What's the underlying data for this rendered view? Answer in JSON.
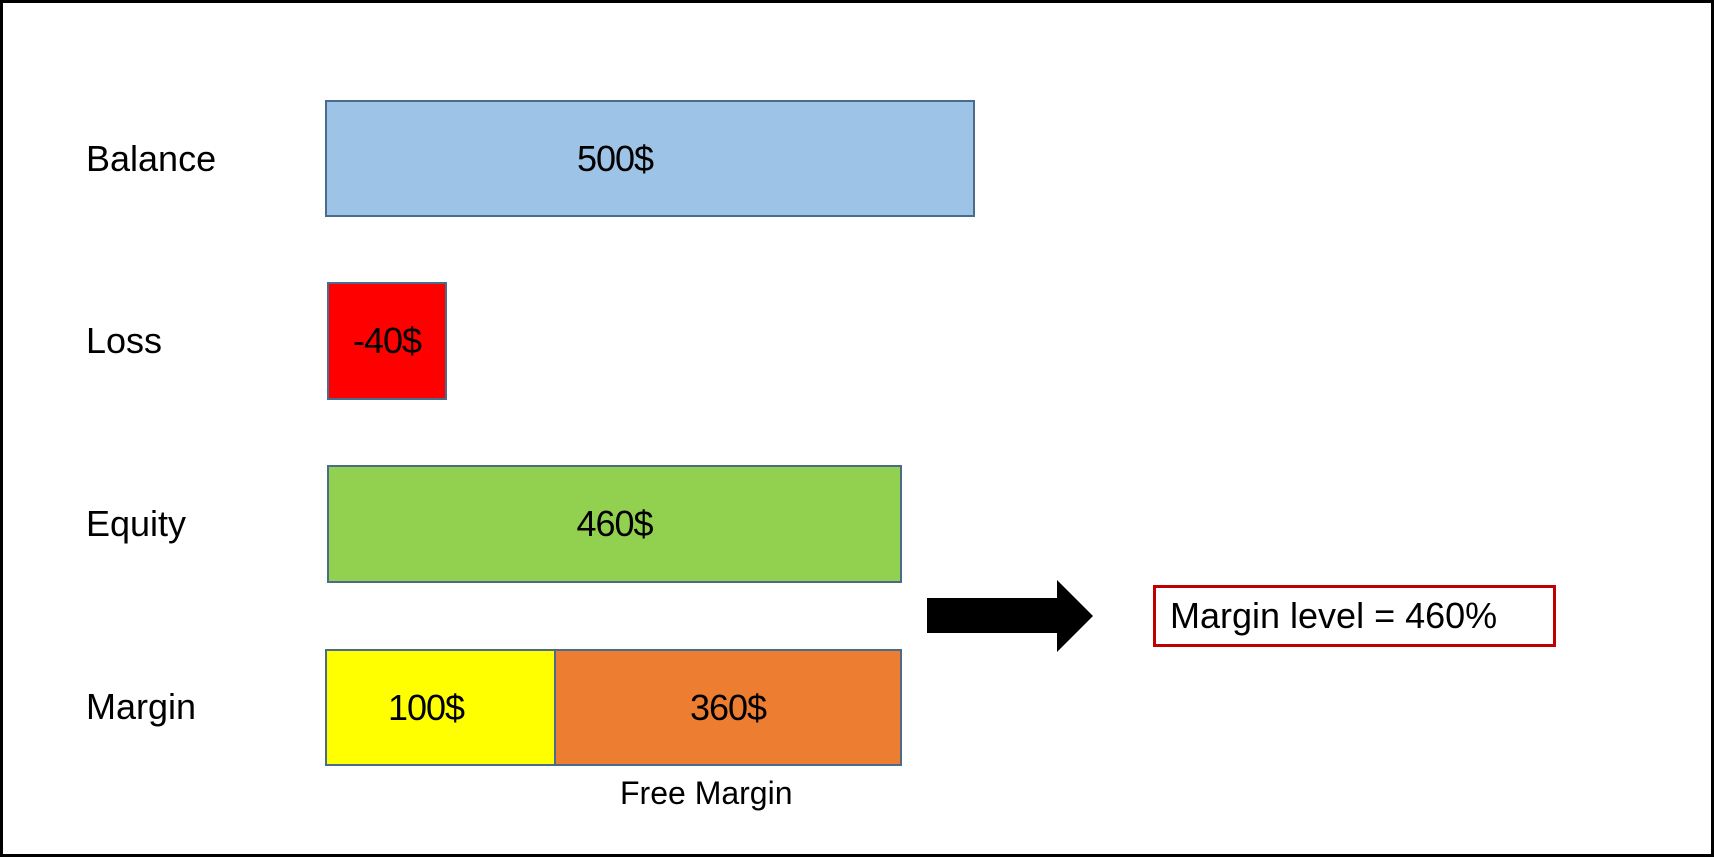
{
  "rows": [
    {
      "label": "Balance",
      "value": "500$",
      "color": "#9dc3e6"
    },
    {
      "label": "Loss",
      "value": "-40$",
      "color": "#ff0000"
    },
    {
      "label": "Equity",
      "value": "460$",
      "color": "#92d050"
    },
    {
      "label": "Margin",
      "segments": [
        {
          "value": "100$",
          "color": "#ffff00"
        },
        {
          "value": "360$",
          "color": "#ed7d31"
        }
      ]
    }
  ],
  "free_margin_caption": "Free Margin",
  "arrow_icon": "right-arrow-icon",
  "result": {
    "text": "Margin level = 460%",
    "border_color": "#c00000"
  },
  "chart_data": {
    "type": "bar",
    "title": "",
    "categories": [
      "Balance",
      "Loss",
      "Equity",
      "Margin",
      "Free Margin"
    ],
    "values": [
      500,
      -40,
      460,
      100,
      360
    ],
    "annotations": [
      "Margin level = 460%"
    ]
  }
}
